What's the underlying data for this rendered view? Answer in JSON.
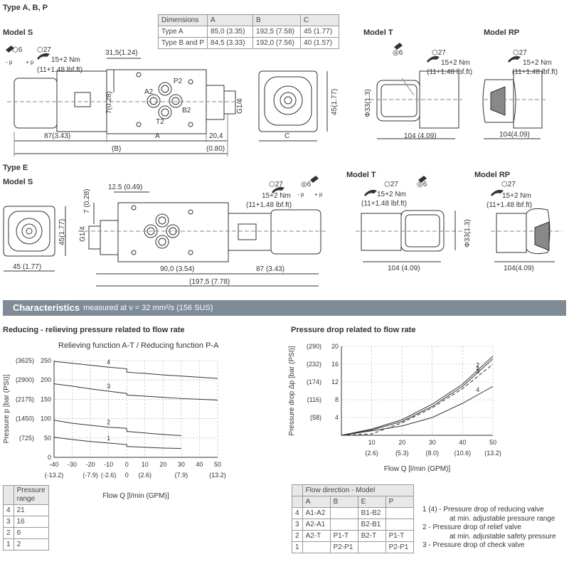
{
  "section1": {
    "title": "Type A, B, P",
    "model_s": "Model S",
    "model_t": "Model T",
    "model_rp": "Model RP"
  },
  "section2": {
    "title": "Type E",
    "model_s": "Model S",
    "model_t": "Model T",
    "model_rp": "Model RP"
  },
  "dimensions_table": {
    "headers": [
      "Dimensions",
      "A",
      "B",
      "C"
    ],
    "rows": [
      [
        "Type A",
        "85,0 (3.35)",
        "192,5 (7.58)",
        "45 (1.77)"
      ],
      [
        "Type B and P",
        "84,5 (3.33)",
        "192,0 (7.56)",
        "40 (1.57)"
      ]
    ]
  },
  "labels_top": {
    "hex6": "6",
    "hex27": "27",
    "torque1": "15+2 Nm",
    "torque2": "(11+1.48 lbf.ft)",
    "minus_p": "- p",
    "plus_p": "+ p",
    "d31": "31,5(1.24)",
    "d7": "7(0.28)",
    "d87": "87(3.43)",
    "dA": "A",
    "dB": "(B)",
    "d204": "20,4",
    "d080": "(0.80)",
    "dC": "C",
    "d45": "45(1.77)",
    "g14": "G1/4",
    "p2": "P2",
    "a2": "A2",
    "b2": "B2",
    "t2": "T2",
    "d33": "Φ33(1.3)",
    "d104": "104 (4.09)",
    "d104b": "104(4.09)"
  },
  "labels_e": {
    "d7": "7 (0.28)",
    "d125": "12.5 (0.49)",
    "g14": "G1/4",
    "d45v": "45(1.77)",
    "d45h": "45 (1.77)",
    "d90": "90,0 (3.54)",
    "d87": "87 (3.43)",
    "d197": "(197,5 (7.78)",
    "d33": "Φ33(1.3)",
    "d104": "104 (4.09)",
    "d104b": "104(4.09)"
  },
  "characteristics": {
    "title": "Characteristics",
    "subtitle": "measured at ν = 32 mm²/s (156 SUS)"
  },
  "chart_data": [
    {
      "type": "line",
      "title": "Reducing - relieving pressure related to flow rate",
      "subtitle": "Relieving function A-T / Reducing function P-A",
      "xlabel": "Flow Q [l/min (GPM)]",
      "ylabel": "Pressure p [bar (PSI)]",
      "xlim": [
        -40,
        50
      ],
      "ylim": [
        0,
        250
      ],
      "x_ticks": [
        -40,
        -30,
        -20,
        -10,
        0,
        10,
        20,
        30,
        40,
        50
      ],
      "x_ticks_gpm": [
        "(-13.2)",
        "(-7.9)",
        "(-2.6)",
        "0",
        "(2.6)",
        "(7.9)",
        "(13.2)"
      ],
      "y_ticks": [
        0,
        50,
        100,
        150,
        200,
        250
      ],
      "y_ticks_psi": [
        "(725)",
        "(1450)",
        "(2175)",
        "(2900)",
        "(3625)"
      ],
      "series": [
        {
          "name": "4",
          "x": [
            -40,
            -30,
            -20,
            -10,
            0,
            0,
            10,
            20,
            30,
            40,
            50
          ],
          "y": [
            248,
            243,
            238,
            233,
            229,
            220,
            217,
            213,
            210,
            207,
            204
          ]
        },
        {
          "name": "3",
          "x": [
            -40,
            -30,
            -20,
            -10,
            0,
            0,
            10,
            20,
            30,
            40,
            50
          ],
          "y": [
            190,
            184,
            177,
            171,
            165,
            161,
            158,
            155,
            152,
            150,
            148
          ]
        },
        {
          "name": "2",
          "x": [
            -40,
            -30,
            -20,
            -10,
            0,
            0,
            10,
            20,
            30
          ],
          "y": [
            96,
            88,
            83,
            78,
            75,
            67,
            63,
            59,
            56
          ]
        },
        {
          "name": "1",
          "x": [
            -40,
            -30,
            -20,
            -10,
            0,
            0,
            10,
            20,
            30
          ],
          "y": [
            52,
            46,
            41,
            37,
            33,
            28,
            26,
            24,
            23
          ]
        }
      ]
    },
    {
      "type": "line",
      "title": "Pressure drop related to flow rate",
      "xlabel": "Flow Q [l/min (GPM)]",
      "ylabel": "Pressure drop Δp [bar (PSI)]",
      "xlim": [
        0,
        50
      ],
      "ylim": [
        0,
        20
      ],
      "x_ticks": [
        10,
        20,
        30,
        40,
        50
      ],
      "x_ticks_gpm": [
        "(2.6)",
        "(5.3)",
        "(8.0)",
        "(10.6)",
        "(13.2)"
      ],
      "y_ticks": [
        4,
        8,
        12,
        16,
        20
      ],
      "y_ticks_psi": [
        "(58)",
        "(116)",
        "(174)",
        "(232)",
        "(290)"
      ],
      "series": [
        {
          "name": "2",
          "x": [
            0,
            10,
            20,
            30,
            40,
            50
          ],
          "y": [
            0,
            1.4,
            3.5,
            7,
            11.5,
            17.8
          ]
        },
        {
          "name": "1",
          "x": [
            0,
            10,
            20,
            30,
            40,
            50
          ],
          "y": [
            0,
            1.2,
            3.1,
            6.5,
            11,
            17.2
          ]
        },
        {
          "name": "3",
          "x": [
            0,
            10,
            20,
            30,
            40,
            50
          ],
          "y": [
            0,
            0.3,
            2.8,
            6.2,
            10.5,
            16
          ]
        },
        {
          "name": "4",
          "x": [
            0,
            10,
            20,
            30,
            40,
            50
          ],
          "y": [
            0,
            1,
            2.1,
            4,
            7.2,
            11
          ]
        }
      ]
    }
  ],
  "pressure_range_table": {
    "header": "Pressure range",
    "rows": [
      [
        "4",
        "21"
      ],
      [
        "3",
        "16"
      ],
      [
        "2",
        "6"
      ],
      [
        "1",
        "2"
      ]
    ]
  },
  "flow_table": {
    "title": "Flow direction - Model",
    "headers": [
      "A",
      "B",
      "E",
      "P"
    ],
    "rows": [
      [
        "4",
        "A1-A2",
        "",
        "B1-B2",
        ""
      ],
      [
        "3",
        "A2-A1",
        "",
        "B2-B1",
        ""
      ],
      [
        "2",
        "A2-T",
        "P1-T",
        "B2-T",
        "P1-T"
      ],
      [
        "1",
        "",
        "P2-P1",
        "",
        "P2-P1"
      ]
    ]
  },
  "legend": [
    "1 (4) - Pressure drop of reducing valve",
    "at min. adjustable pressure range",
    "2 - Pressure drop of relief valve",
    "at min. adjustable safety pressure",
    "3 - Pressure drop of check valve"
  ]
}
